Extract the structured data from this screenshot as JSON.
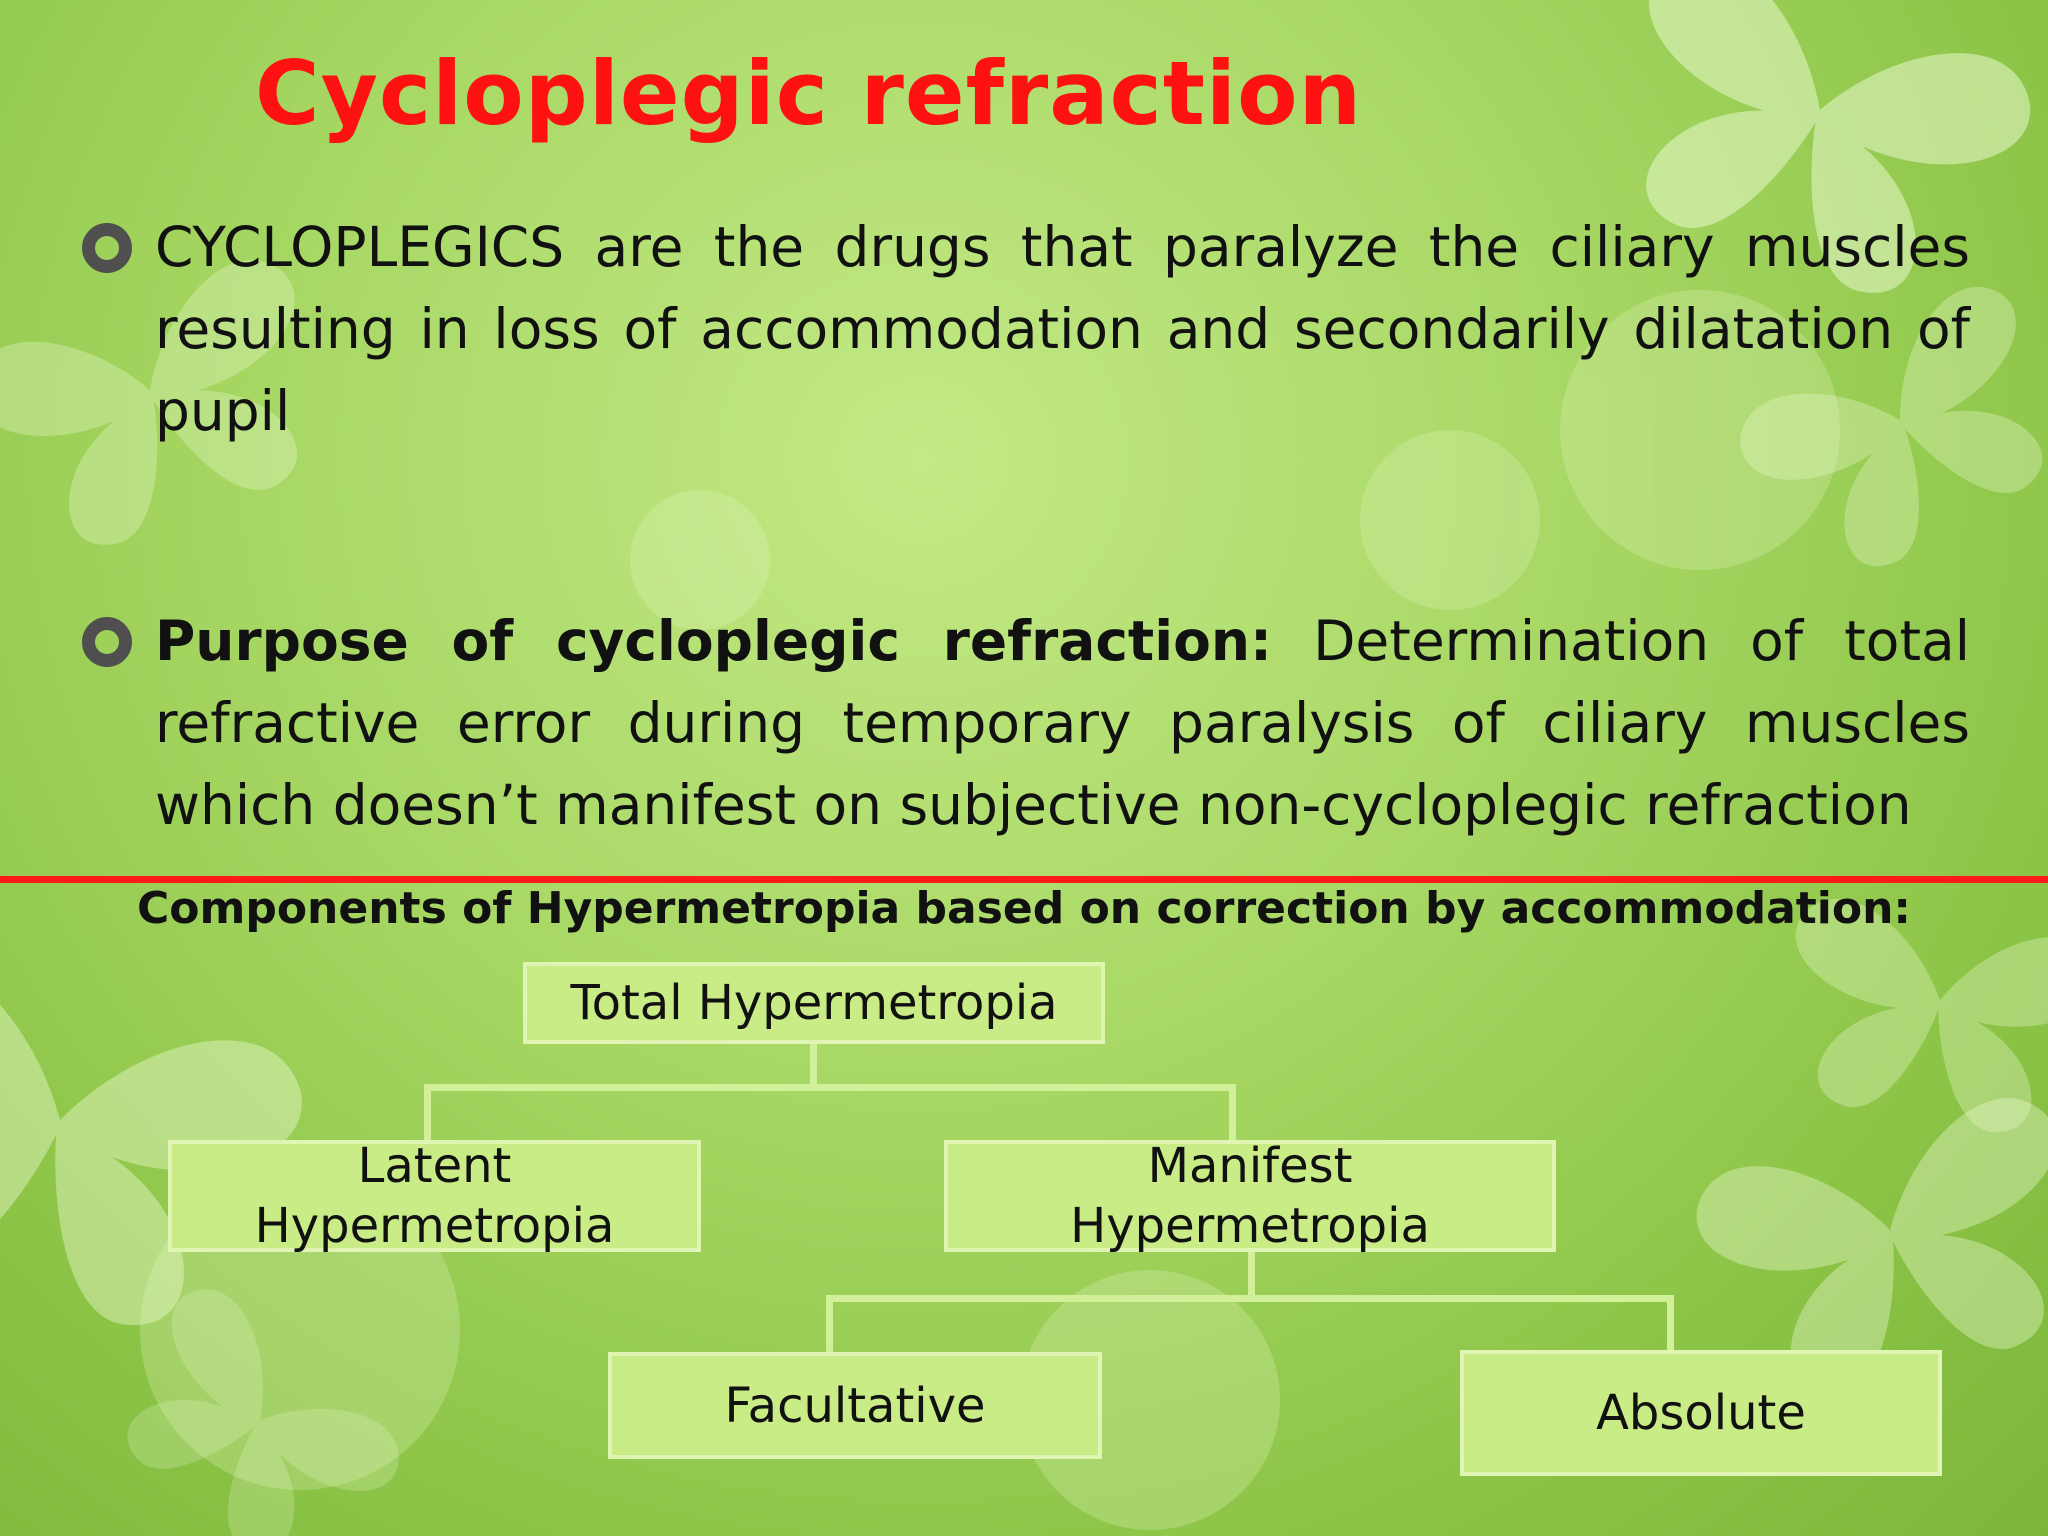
{
  "slide": {
    "title": "Cycloplegic refraction",
    "bullet1": {
      "text": "CYCLOPLEGICS are the drugs that paralyze the ciliary muscles resulting  in loss of accommodation and secondarily dilatation of pupil"
    },
    "bullet2": {
      "bold": "Purpose of cycloplegic refraction:",
      "text": " Determination of total refractive error during temporary paralysis of  ciliary muscles which doesn’t manifest on subjective  non-cycloplegic refraction"
    },
    "components_heading": "Components of Hypermetropia based on correction by accommodation:",
    "tree": {
      "root": "Total Hypermetropia",
      "latent": "Latent Hypermetropia",
      "manifest": "Manifest Hypermetropia",
      "facultative": "Facultative",
      "absolute": "Absolute"
    }
  },
  "colors": {
    "title": "#ff1111",
    "divider": "#ff1a1a",
    "node_fill": "#c9ec86",
    "background": "#a8d865"
  },
  "icons": [
    "ring-bullet-icon",
    "butterfly-silhouette-icon"
  ]
}
